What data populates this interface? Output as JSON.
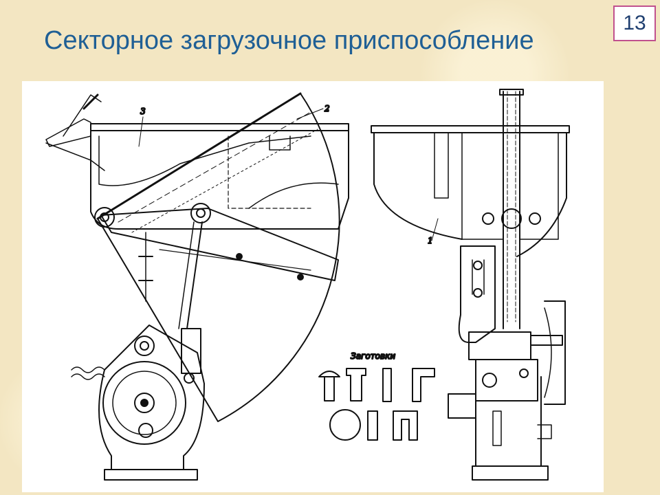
{
  "slide": {
    "title": "Секторное загрузочное приспособление",
    "page_number": "13"
  },
  "drawing": {
    "blanks_label": "Заготовки",
    "callouts": [
      "3",
      "2",
      "1"
    ]
  },
  "colors": {
    "title": "#1f5f95",
    "badge_border": "#c0508e",
    "background": "#f3e6c2",
    "ink": "#111111"
  }
}
